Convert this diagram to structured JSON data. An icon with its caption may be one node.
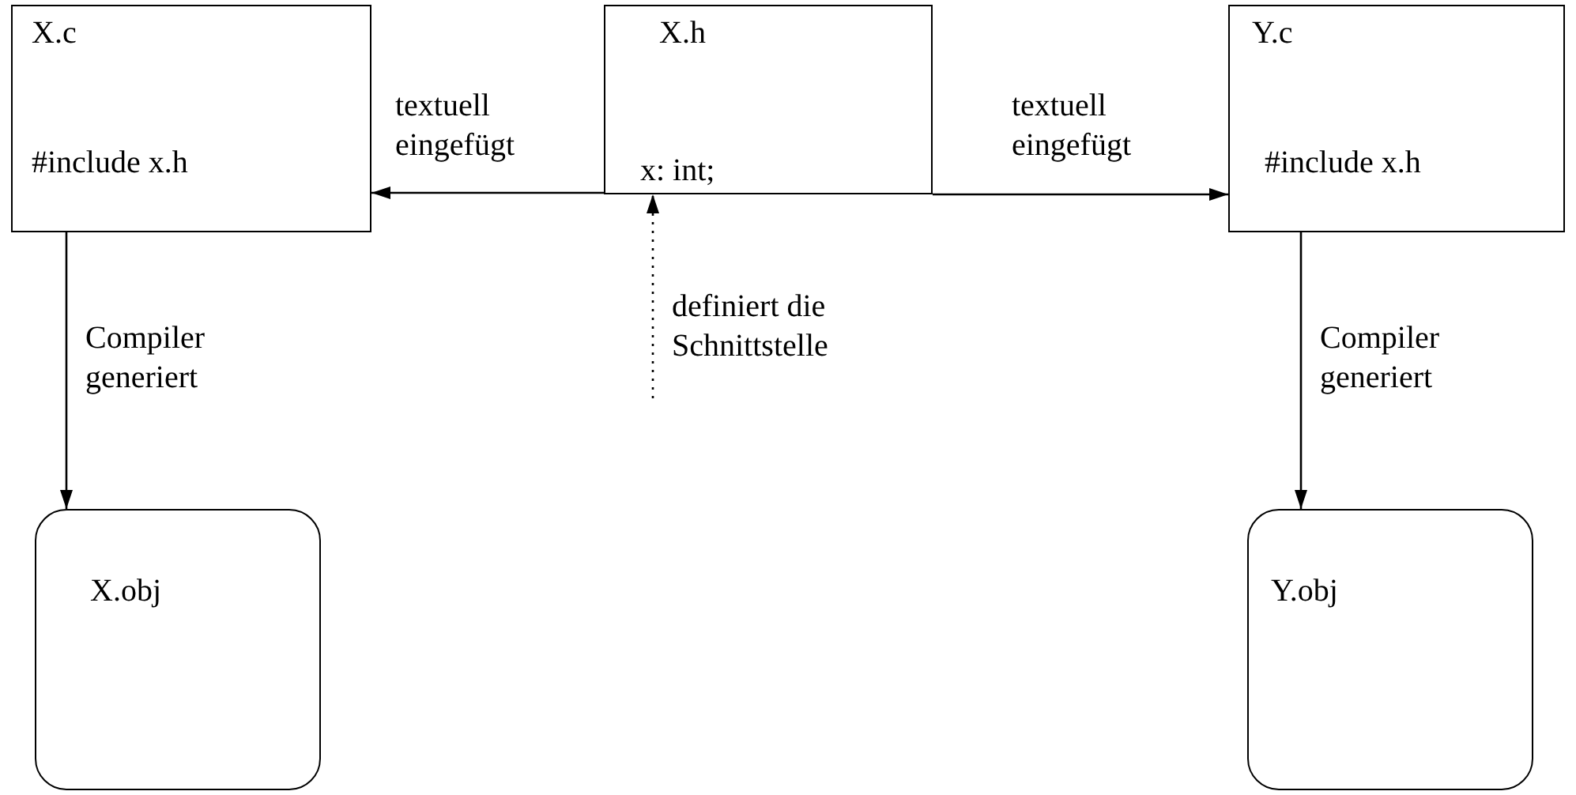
{
  "diagram": {
    "nodes": [
      {
        "text": [
          "X.c",
          "#include x.h"
        ]
      },
      {
        "text": [
          "X.h",
          "x: int;"
        ]
      },
      {
        "text": [
          "Y.c",
          "#include x.h"
        ]
      },
      {
        "text": [
          "X.obj"
        ]
      },
      {
        "text": [
          "Y.obj"
        ]
      }
    ],
    "edges": [
      {
        "from": 1,
        "to": 0,
        "arrow": "to",
        "label": "textuell eingefügt"
      },
      {
        "from": 1,
        "to": 2,
        "arrow": "to",
        "label": "textuell eingefügt"
      },
      {
        "from": 0,
        "to": 3,
        "arrow": "to",
        "label": "Compiler generiert"
      },
      {
        "from": 2,
        "to": 4,
        "arrow": "to",
        "label": "Compiler generiert"
      },
      {
        "from": null,
        "to": 1,
        "arrow": "to",
        "style": "dashed",
        "label": "definiert die Schnittstelle"
      }
    ]
  }
}
